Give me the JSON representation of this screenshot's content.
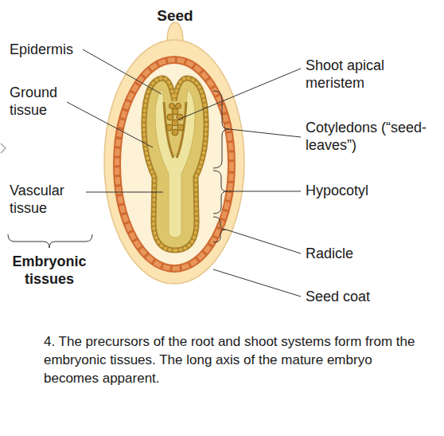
{
  "diagram": {
    "title": "Seed",
    "caption": "4. The precursors of the root and shoot systems form from the embryonic tissues. The long axis of the mature embryo becomes apparent.",
    "labels": [
      "Epidermis",
      "Ground tissue",
      "Vascular tissue",
      "Embryonic tissues",
      "Shoot apical meristem",
      "Cotyledons (“seed-leaves”)",
      "Hypocotyl",
      "Radicle",
      "Seed coat"
    ]
  }
}
